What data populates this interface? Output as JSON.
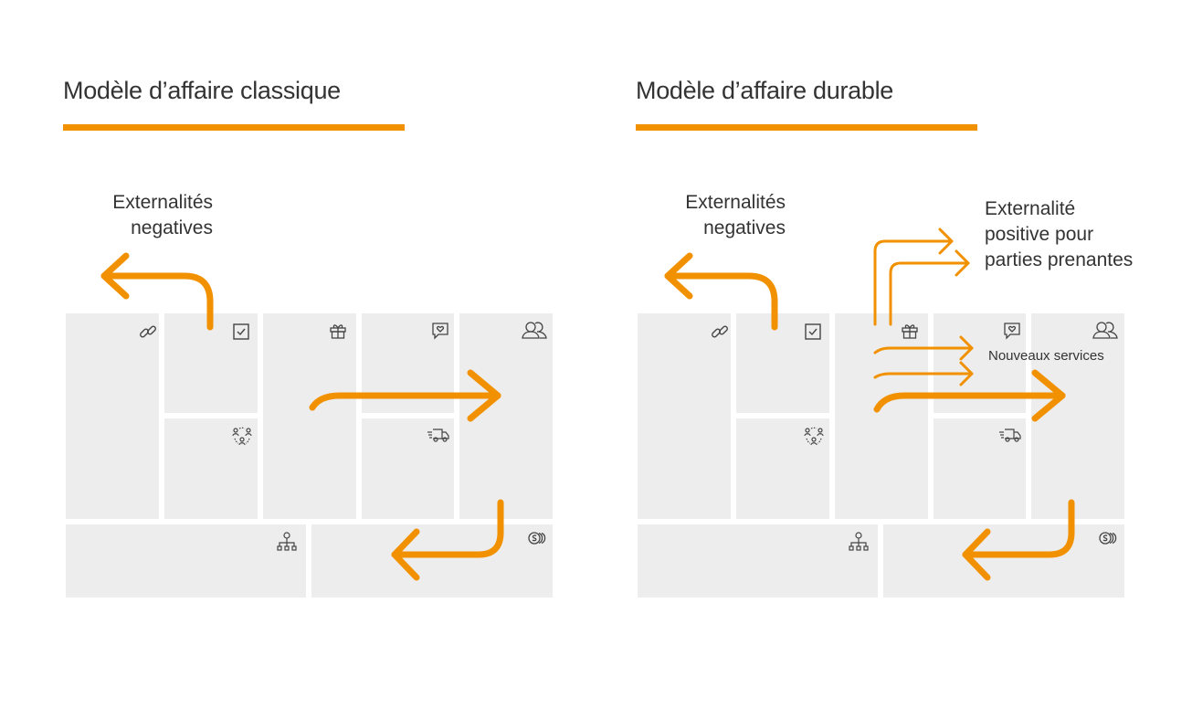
{
  "colors": {
    "accent": "#f29100",
    "cell": "#ededed",
    "text": "#333333",
    "icon": "#444444"
  },
  "left": {
    "title": "Modèle d’affaire classique",
    "externalities_negative": [
      "Externalités",
      "negatives"
    ]
  },
  "right": {
    "title": "Modèle d’affaire durable",
    "externalities_negative": [
      "Externalités",
      "negatives"
    ],
    "externalities_positive": [
      "Externalité",
      "positive pour",
      "parties prenantes"
    ],
    "new_services": "Nouveaux services"
  },
  "icons": [
    "link-icon",
    "checkbox-icon",
    "gift-icon",
    "heart-chat-icon",
    "users-icon",
    "network-people-icon",
    "delivery-truck-icon",
    "org-chart-icon",
    "coins-icon"
  ]
}
